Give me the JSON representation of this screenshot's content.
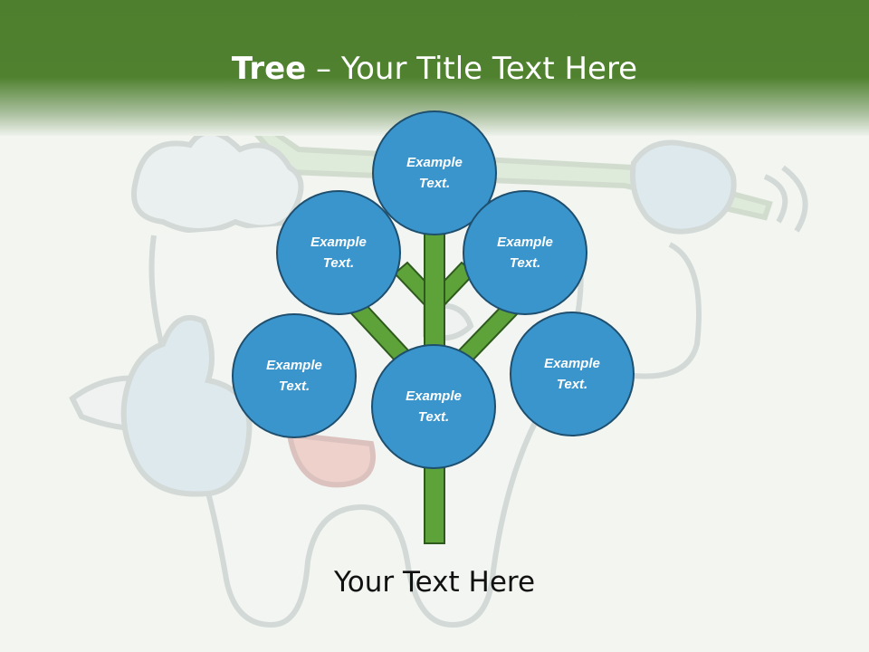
{
  "header": {
    "title_bold": "Tree",
    "title_rest": " – Your Title Text Here"
  },
  "nodes": [
    {
      "text": "Example\nText."
    },
    {
      "text": "Example\nText."
    },
    {
      "text": "Example\nText."
    },
    {
      "text": "Example\nText."
    },
    {
      "text": "Example\nText."
    },
    {
      "text": "Example\nText."
    }
  ],
  "footer": {
    "text": "Your Text Here"
  },
  "colors": {
    "header": "#4f812f",
    "node_fill": "#3a95cd",
    "node_border": "#1f4f6e",
    "branch": "#5ea33a",
    "background": "#f2f5f0"
  },
  "background_art": "tooth-mascot-with-toothbrush-illustration"
}
